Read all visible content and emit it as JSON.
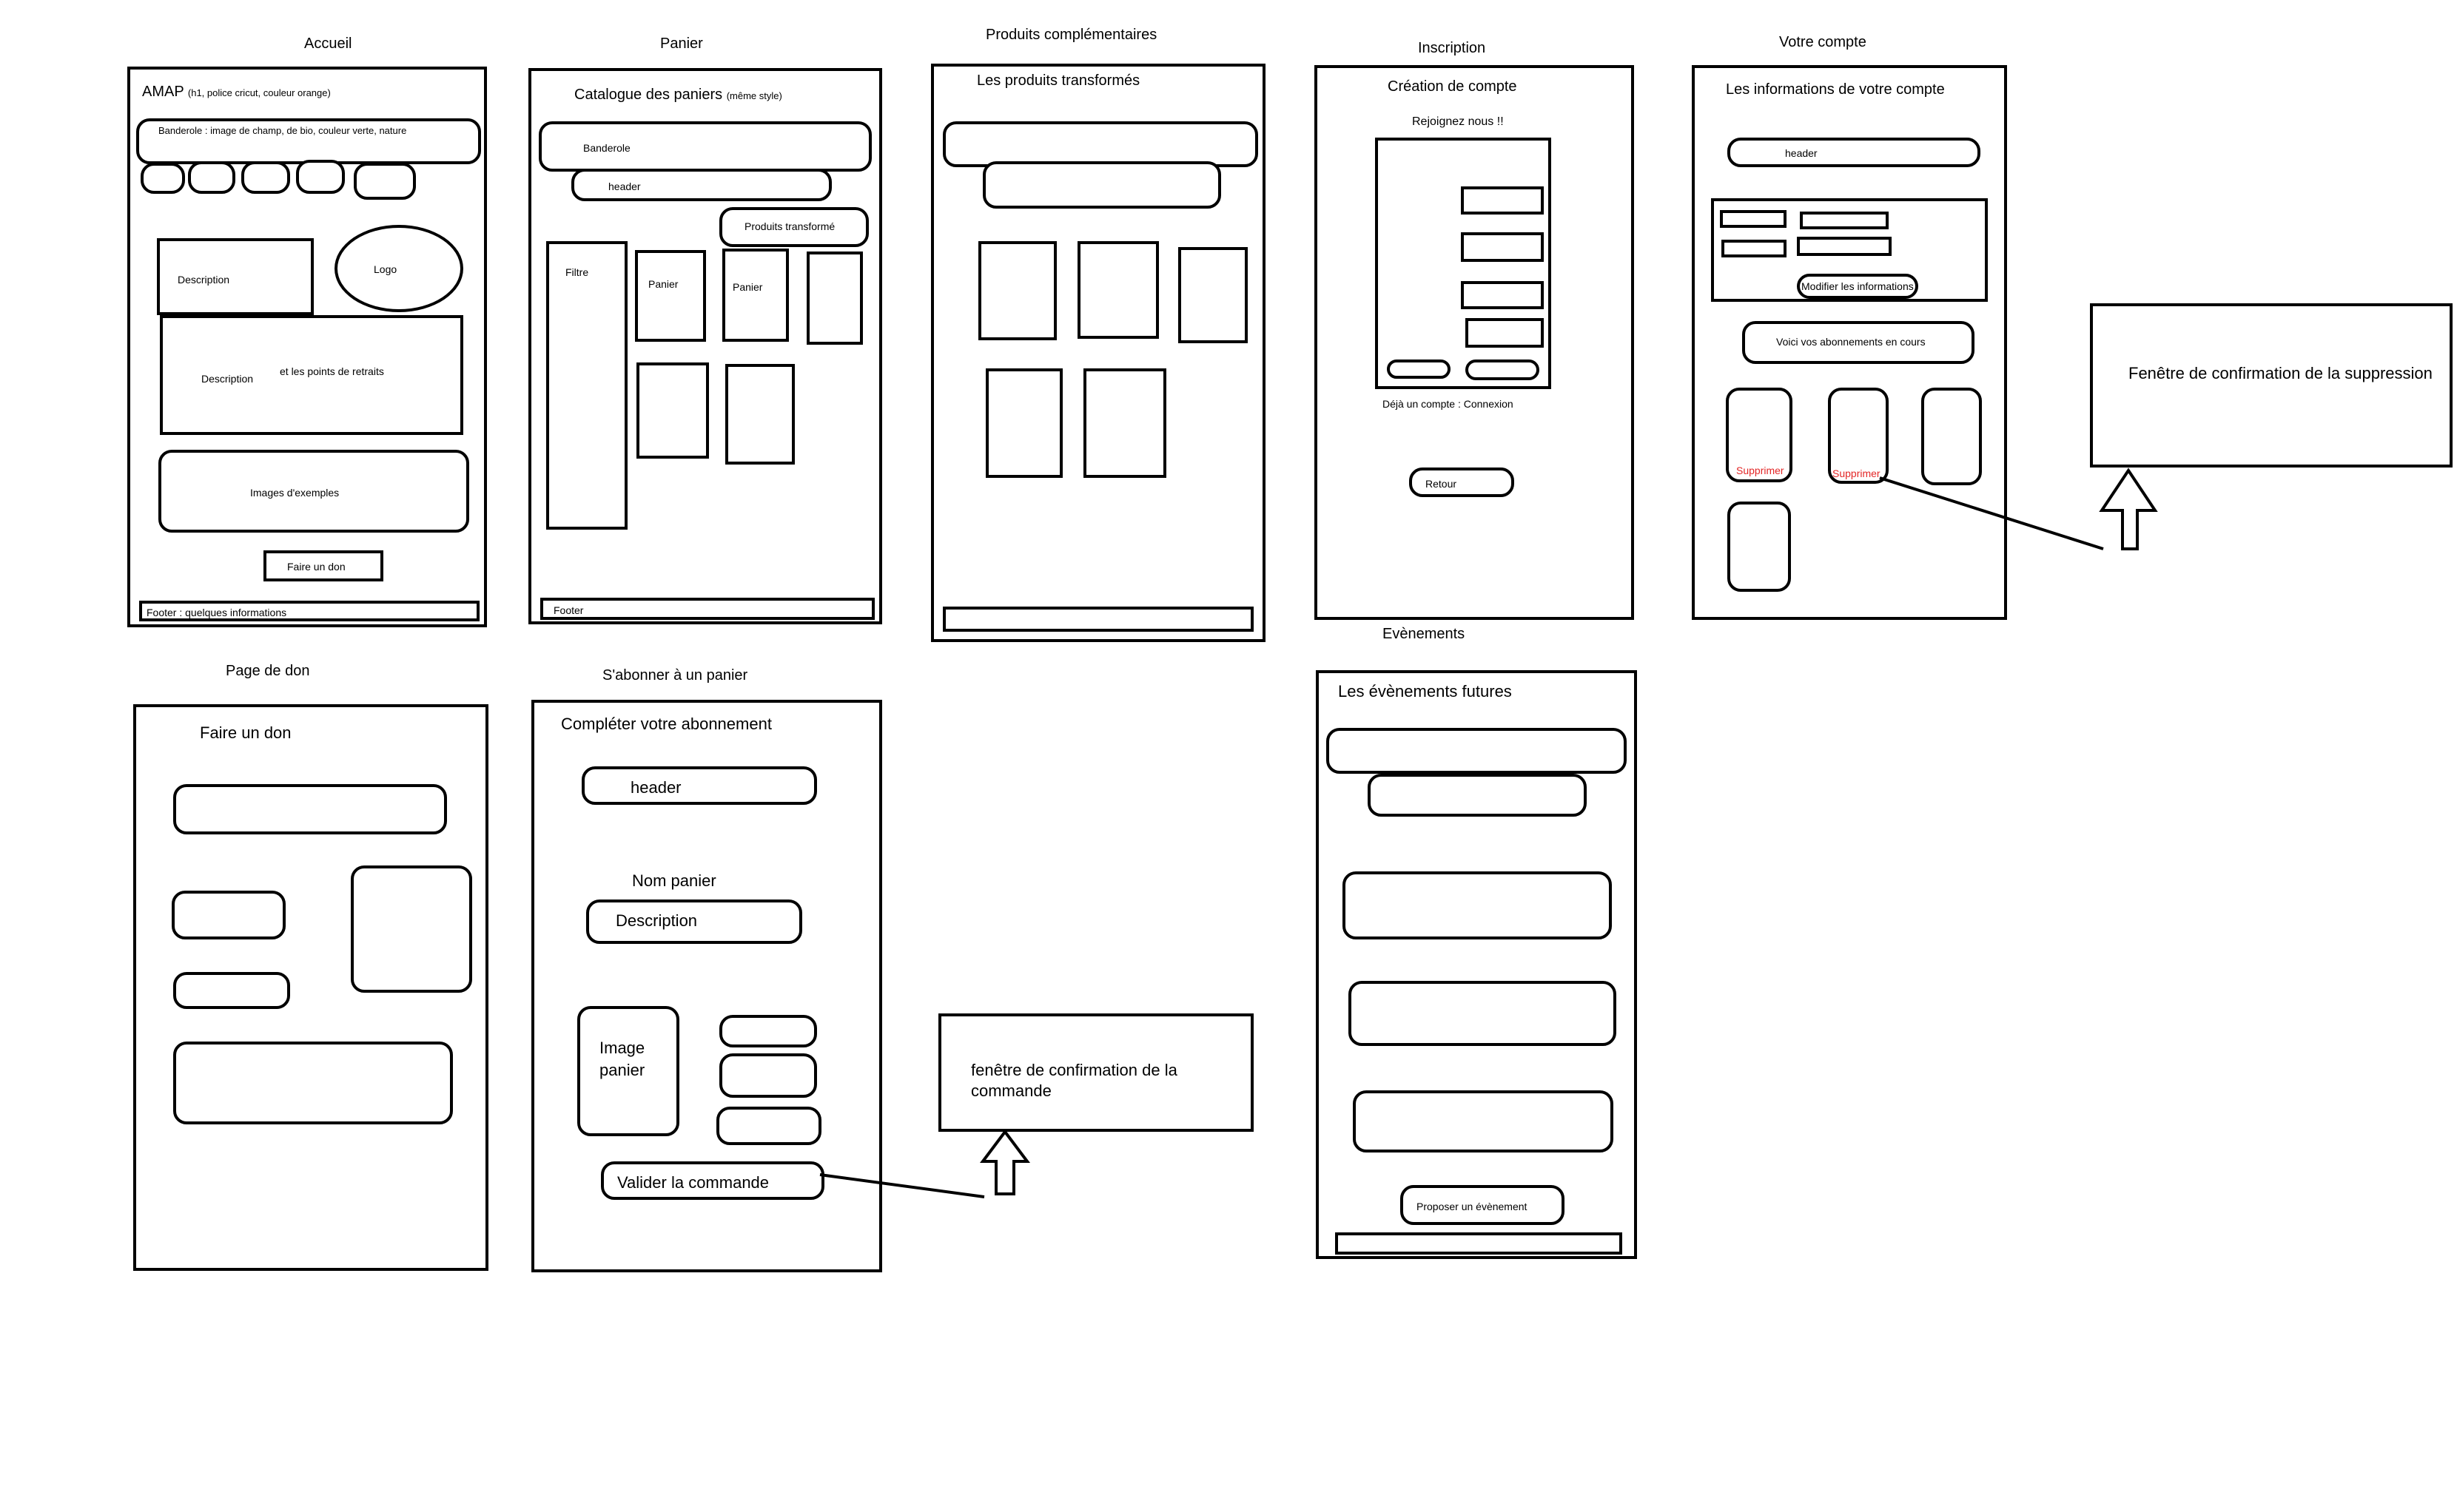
{
  "titles": {
    "accueil": "Accueil",
    "panier": "Panier",
    "produits": "Produits complémentaires",
    "inscription": "Inscription",
    "compte": "Votre compte",
    "evenements": "Evènements",
    "don": "Page de don",
    "abonner": "S'abonner à un panier"
  },
  "accueil": {
    "heading": "AMAP",
    "heading_note": "(h1, police cricut, couleur orange)",
    "banner": "Banderole : image de champ, de bio, couleur verte, nature",
    "description1": "Description",
    "logo": "Logo",
    "description2": "Description",
    "points": "et les points de retraits",
    "images": "Images d'exemples",
    "donate": "Faire un don",
    "footer": "Footer : quelques informations"
  },
  "panier": {
    "heading": "Catalogue des paniers",
    "heading_note": "(même style)",
    "banner": "Banderole",
    "header": "header",
    "transformed": "Produits transformé",
    "filter": "Filtre",
    "basket1": "Panier",
    "basket2": "Panier",
    "footer": "Footer"
  },
  "produits": {
    "heading": "Les produits transformés"
  },
  "inscription": {
    "heading": "Création de compte",
    "join": "Rejoignez nous !!",
    "already": "Déjà un compte : Connexion",
    "back": "Retour"
  },
  "compte": {
    "heading": "Les informations de votre compte",
    "header": "header",
    "modify": "Modifier les informations",
    "subscriptions": "Voici vos abonnements en cours",
    "delete1": "Supprimer",
    "delete2": "Supprimer"
  },
  "suppression": {
    "text": "Fenêtre de confirmation de la suppression"
  },
  "don": {
    "heading": "Faire un don"
  },
  "abonner": {
    "heading": "Compléter votre abonnement",
    "header": "header",
    "name": "Nom panier",
    "description": "Description",
    "image_line1": "Image",
    "image_line2": "panier",
    "validate": "Valider la commande"
  },
  "commande": {
    "line1": "fenêtre de confirmation de la",
    "line2": "commande"
  },
  "evenements": {
    "heading": "Les évènements futures",
    "propose": "Proposer un évènement"
  }
}
